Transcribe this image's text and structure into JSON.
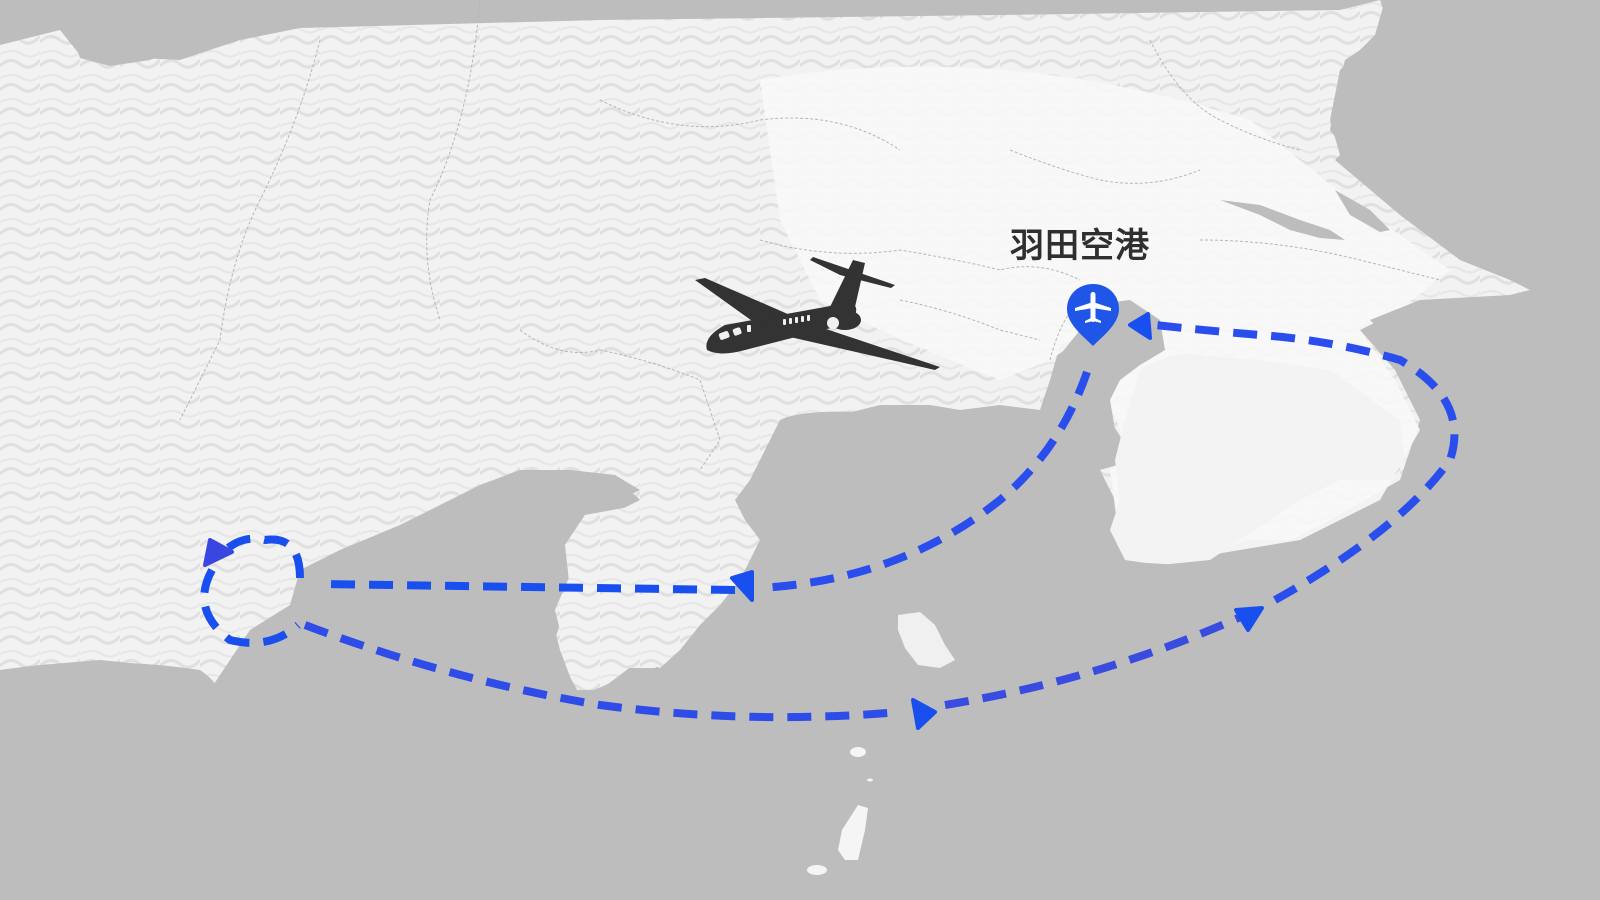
{
  "map": {
    "style": "grayscale terrain with shaded relief",
    "colors": {
      "sea": "#bdbdbd",
      "land": "#f4f4f4",
      "land_relief": "#e2e2e2",
      "route": "#1a4fef",
      "route_alt": "#3b4de0",
      "marker": "#1f56e8",
      "aircraft": "#333333",
      "label": "#2f2f2f"
    }
  },
  "airport": {
    "label": "羽田空港",
    "icon": "airplane-pin-icon"
  },
  "aircraft": {
    "icon": "business-jet-icon"
  },
  "routes": [
    {
      "name": "haneda-to-izu-west",
      "style": "dashed",
      "direction": "from airport southwest to Izu peninsula"
    },
    {
      "name": "izu-west-to-shizuoka",
      "style": "dashed",
      "direction": "west across Suruga bay"
    },
    {
      "name": "shizuoka-loop",
      "style": "dashed-circle",
      "direction": "counter-clockwise loop"
    },
    {
      "name": "shizuoka-to-sea",
      "style": "dashed",
      "direction": "east along southern coast"
    },
    {
      "name": "sea-to-boso",
      "style": "dashed",
      "direction": "northeast toward Boso peninsula"
    },
    {
      "name": "boso-to-haneda",
      "style": "dashed",
      "direction": "loop around Boso back to airport"
    }
  ]
}
